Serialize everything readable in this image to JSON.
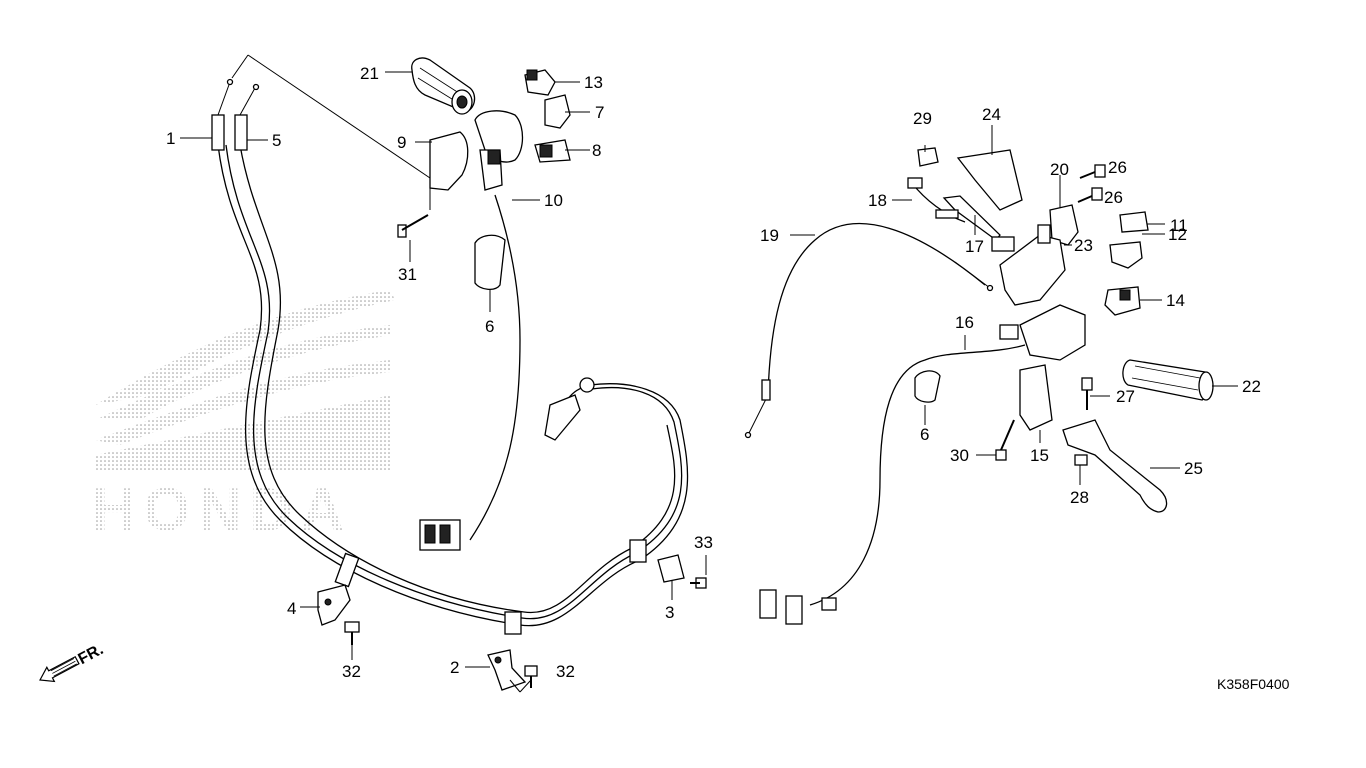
{
  "diagram": {
    "drawing_code": "K358F0400",
    "direction_mark": "FR.",
    "watermark_text": "HONDA",
    "callouts": {
      "c1": "1",
      "c2": "2",
      "c3": "3",
      "c4": "4",
      "c5": "5",
      "c6a": "6",
      "c6b": "6",
      "c7": "7",
      "c8": "8",
      "c9": "9",
      "c10": "10",
      "c11": "11",
      "c12": "12",
      "c13": "13",
      "c14": "14",
      "c15": "15",
      "c16": "16",
      "c17": "17",
      "c18": "18",
      "c19": "19",
      "c20": "20",
      "c21": "21",
      "c22": "22",
      "c23": "23",
      "c24": "24",
      "c25": "25",
      "c26a": "26",
      "c26b": "26",
      "c27": "27",
      "c28": "28",
      "c29": "29",
      "c30": "30",
      "c31": "31",
      "c32a": "32",
      "c32b": "32",
      "c33": "33"
    }
  }
}
